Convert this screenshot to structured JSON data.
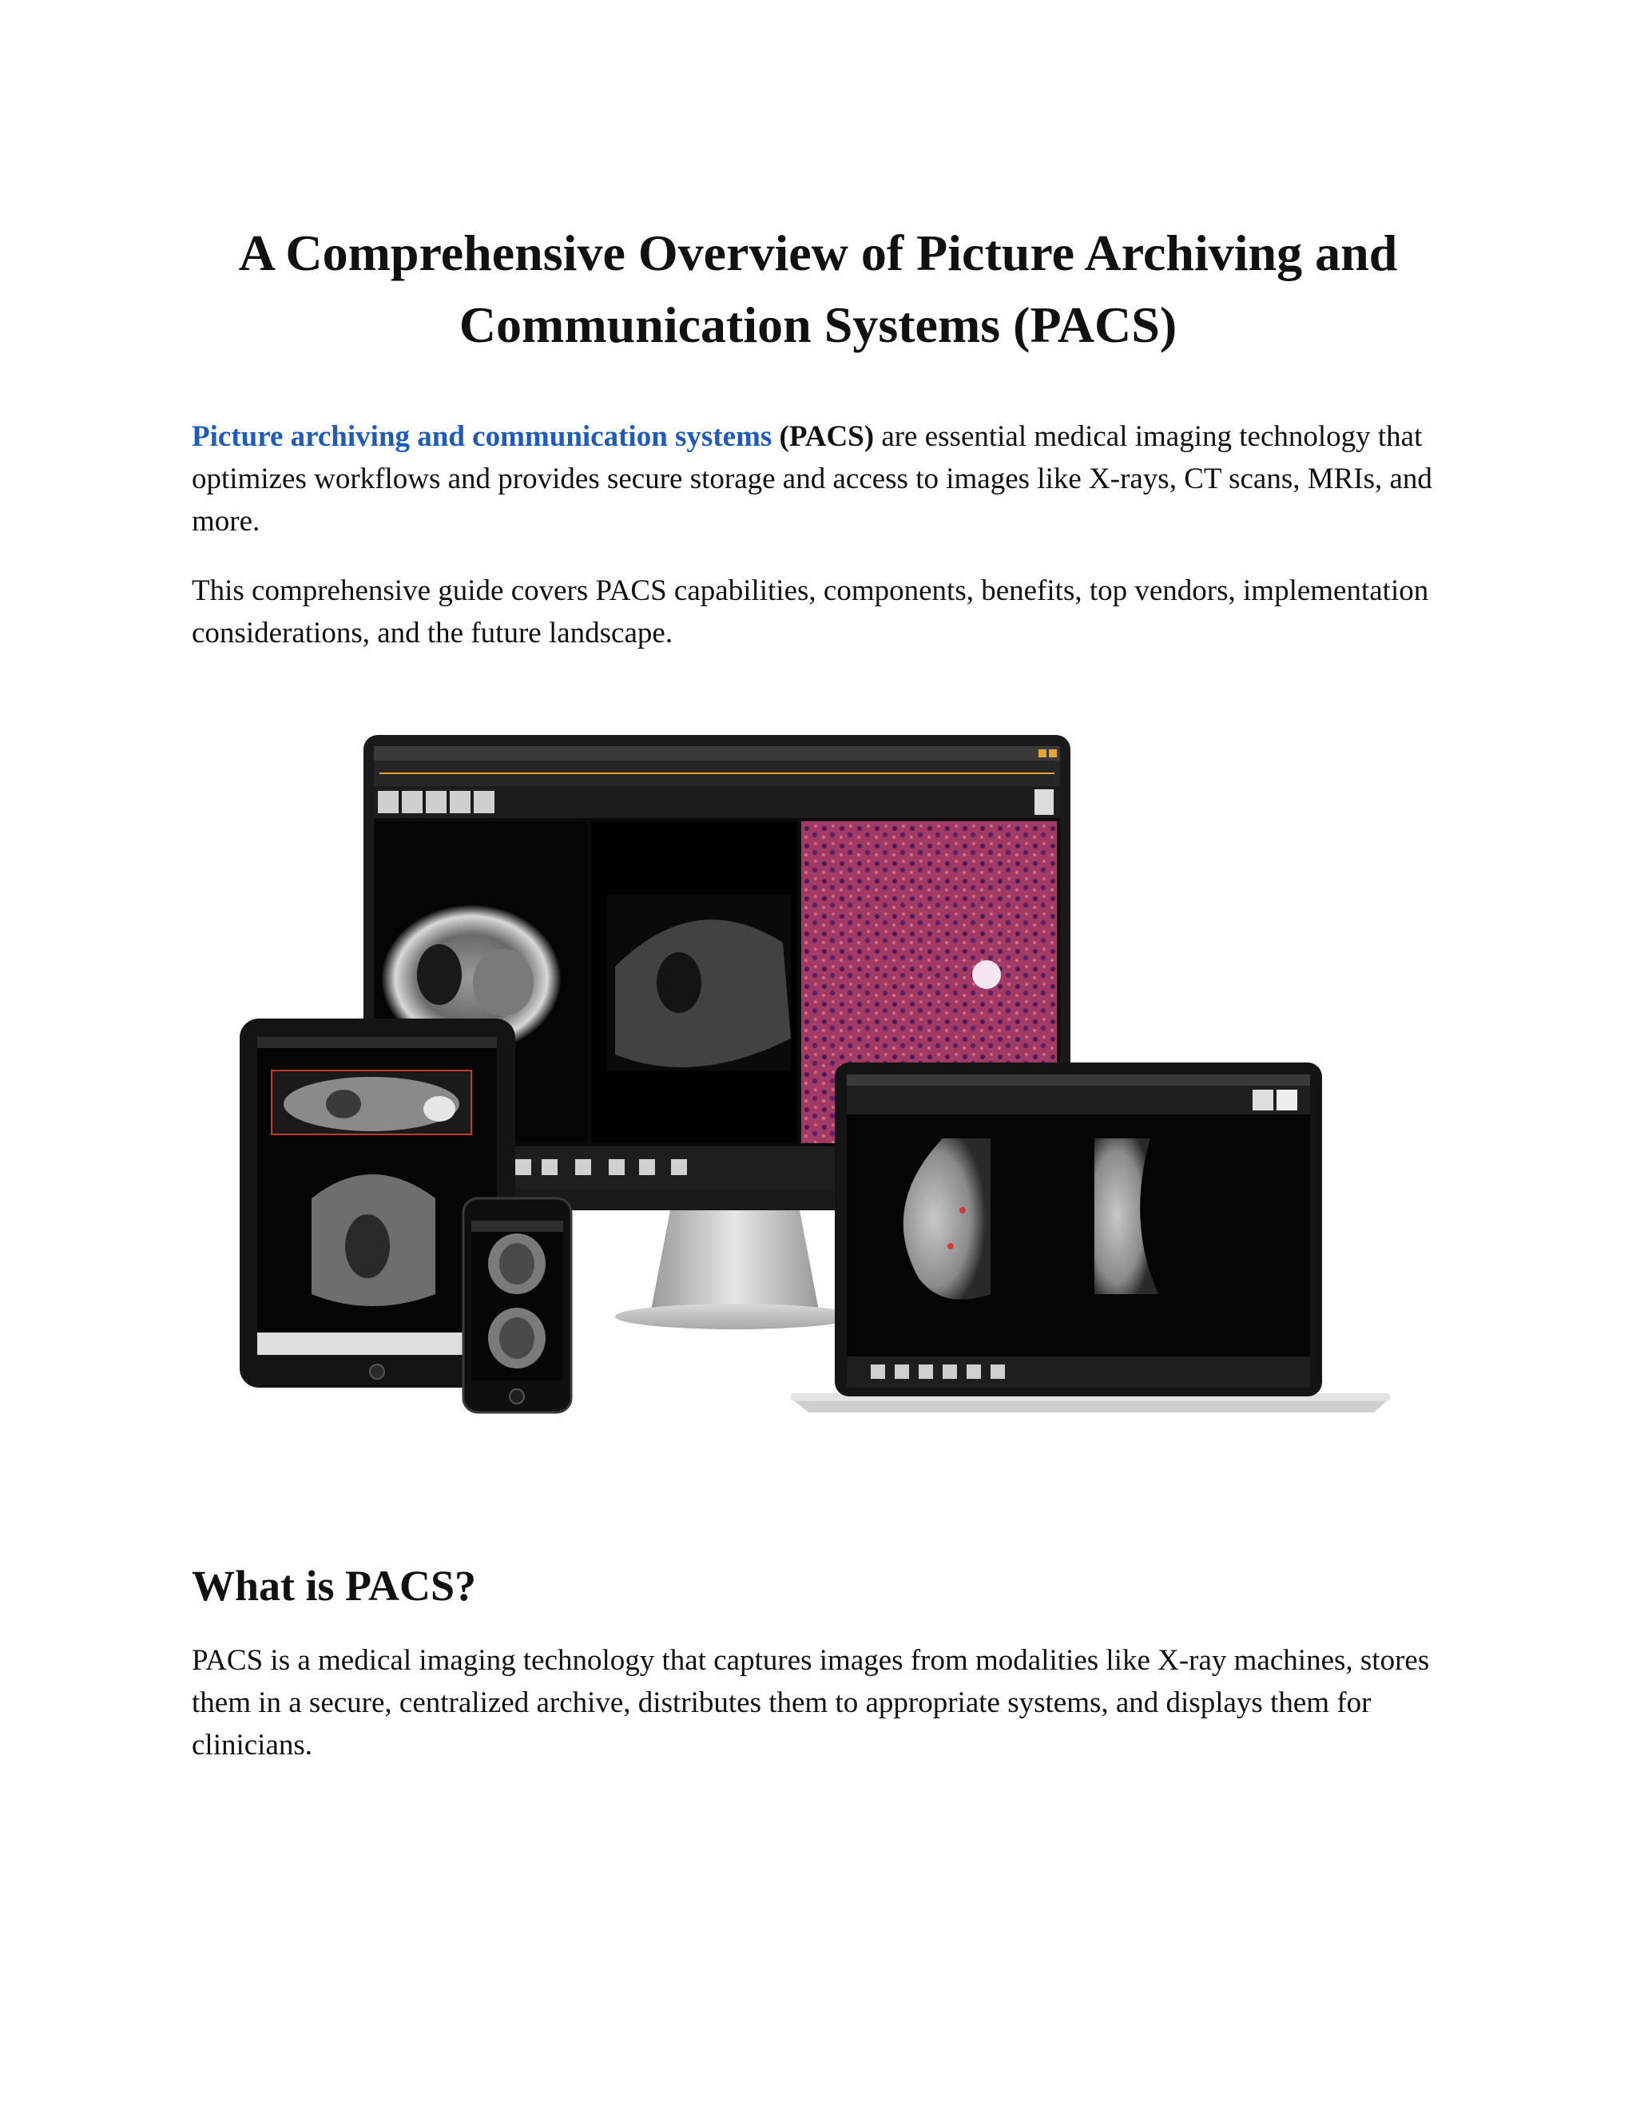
{
  "title": "A Comprehensive Overview of Picture Archiving and Communication Systems (PACS)",
  "intro": {
    "link_text": "Picture archiving and communication systems",
    "bold_text": "(PACS)",
    "rest_text": " are essential medical imaging technology that optimizes workflows and provides secure storage and access to images like X-rays, CT scans, MRIs, and more."
  },
  "guide_paragraph": "This comprehensive guide covers PACS capabilities, components, benefits, top vendors, implementation considerations, and the future landscape.",
  "hero_image": {
    "devices": [
      "desktop-monitor",
      "tablet",
      "smartphone",
      "laptop"
    ],
    "colors": {
      "screen": "#0b0b0b",
      "bezel": "#1a1a1a",
      "stand": "#c9c9c9",
      "histology": "#a23a63",
      "accent": "#e8a531"
    }
  },
  "section": {
    "heading": "What is PACS?",
    "paragraph": "PACS is a medical imaging technology that captures images from modalities like X-ray machines, stores them in a secure, centralized archive, distributes them to appropriate systems, and displays them for clinicians."
  }
}
